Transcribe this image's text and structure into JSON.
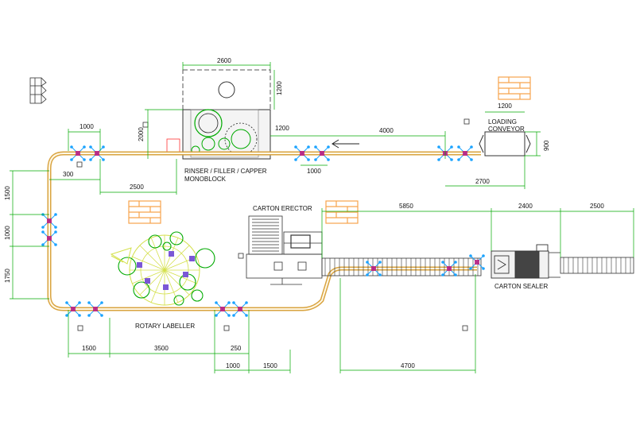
{
  "labels": {
    "monoblock_line1": "RINSER / FILLER / CAPPER",
    "monoblock_line2": "MONOBLOCK",
    "loading_line1": "LOADING",
    "loading_line2": "CONVEYOR",
    "carton_erector": "CARTON ERECTOR",
    "carton_sealer": "CARTON SEALER",
    "rotary_labeller": "ROTARY LABELLER"
  },
  "dimensions": {
    "d2600": "2600",
    "d1200_mono": "1200",
    "d2000": "2000",
    "d1200_a": "1200",
    "d4000": "4000",
    "d1200_b": "1200",
    "d900": "900",
    "d1000_top": "1000",
    "d300": "300",
    "d2500_top": "2500",
    "d1000_mid": "1000",
    "d2700": "2700",
    "d1500_left": "1500",
    "d1000_left": "1000",
    "d1750": "1750",
    "d5850": "5850",
    "d2400": "2400",
    "d2500_right": "2500",
    "d1500_bot": "1500",
    "d3500": "3500",
    "d250": "250",
    "d1000_bot": "1000",
    "d1500_bot2": "1500",
    "d4700": "4700"
  },
  "colors": {
    "conveyor": "#d9a441",
    "dimension": "#00aa00",
    "pallet": "#f7a34c",
    "machine": "#555555"
  }
}
